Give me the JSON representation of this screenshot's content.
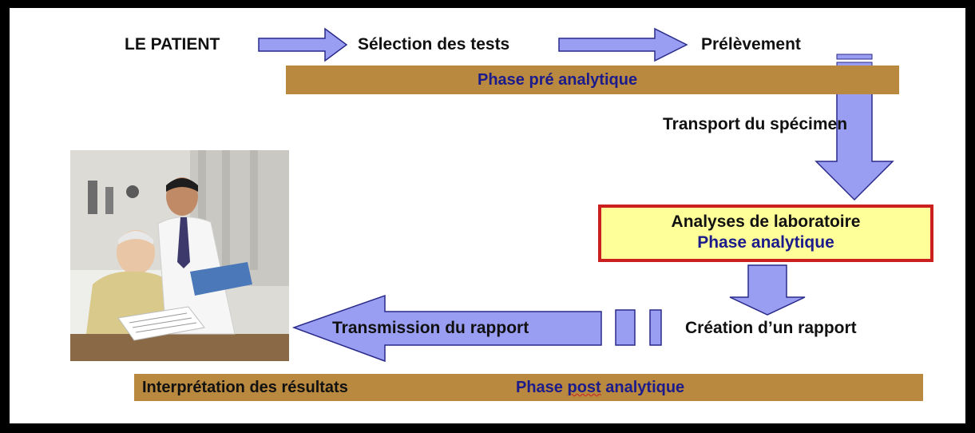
{
  "flow": {
    "patient": "LE PATIENT",
    "test_selection": "Sélection des tests",
    "sampling": "Prélèvement",
    "transport": "Transport du spécimen",
    "report_creation": "Création d’un rapport",
    "report_transmission": "Transmission du rapport"
  },
  "phases": {
    "pre_analytical": "Phase pré analytique",
    "analytical_title": "Analyses de laboratoire",
    "analytical": "Phase analytique",
    "post_interpretation": "Interprétation des résultats",
    "post_analytical_prefix": "Phase ",
    "post_analytical_word": "post",
    "post_analytical_suffix": " analytique"
  },
  "colors": {
    "arrow_fill": "#9a9ef2",
    "arrow_stroke": "#2a2a8a",
    "band": "#b8893f",
    "highlight_box": "#ffff9a",
    "highlight_border": "#cc1f1f"
  }
}
